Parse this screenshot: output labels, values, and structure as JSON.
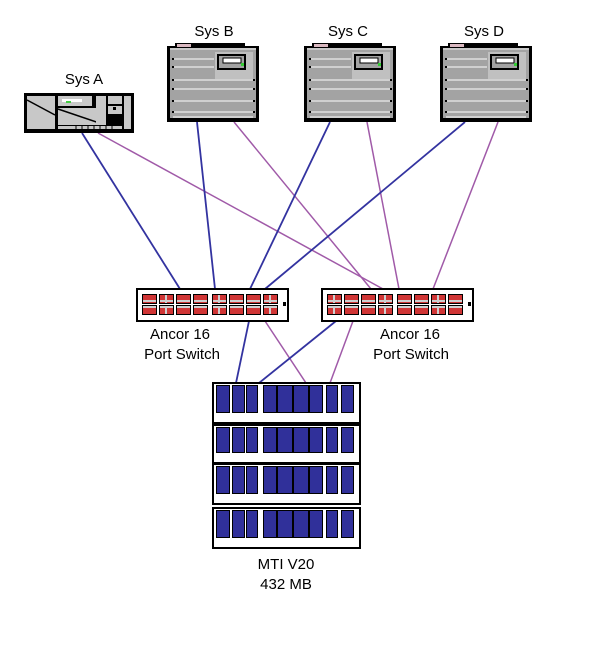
{
  "diagram": {
    "colors": {
      "primary_link": "#3333a0",
      "secondary_link": "#a05aa8",
      "switch_port": "#d03535",
      "switch_port_highlight": "#cfcfcf",
      "disk": "#30309a",
      "server_body": "#a3a3a3",
      "outline": "#000000"
    },
    "systems": [
      {
        "id": "sys-a",
        "label": "Sys A",
        "kind": "workstation"
      },
      {
        "id": "sys-b",
        "label": "Sys B",
        "kind": "tower"
      },
      {
        "id": "sys-c",
        "label": "Sys C",
        "kind": "tower"
      },
      {
        "id": "sys-d",
        "label": "Sys D",
        "kind": "tower"
      }
    ],
    "switches": [
      {
        "id": "switch-1",
        "label_line1": "Ancor 16",
        "label_line2": "Port Switch"
      },
      {
        "id": "switch-2",
        "label_line1": "Ancor 16",
        "label_line2": "Port Switch"
      }
    ],
    "storage": {
      "id": "storage-array",
      "label_line1": "MTI V20",
      "label_line2": "432 MB",
      "shelves": 4
    },
    "links": [
      {
        "from": "sys-a",
        "to": "switch-1",
        "type": "primary"
      },
      {
        "from": "sys-a",
        "to": "switch-2",
        "type": "secondary"
      },
      {
        "from": "sys-b",
        "to": "switch-1",
        "type": "primary"
      },
      {
        "from": "sys-b",
        "to": "switch-2",
        "type": "secondary"
      },
      {
        "from": "sys-c",
        "to": "switch-1",
        "type": "primary"
      },
      {
        "from": "sys-c",
        "to": "switch-2",
        "type": "secondary"
      },
      {
        "from": "sys-d",
        "to": "switch-1",
        "type": "primary"
      },
      {
        "from": "sys-d",
        "to": "switch-2",
        "type": "secondary"
      },
      {
        "from": "switch-1",
        "to": "storage-array",
        "type": "primary"
      },
      {
        "from": "switch-1",
        "to": "storage-array",
        "type": "secondary"
      },
      {
        "from": "switch-2",
        "to": "storage-array",
        "type": "primary"
      },
      {
        "from": "switch-2",
        "to": "storage-array",
        "type": "secondary"
      }
    ]
  }
}
